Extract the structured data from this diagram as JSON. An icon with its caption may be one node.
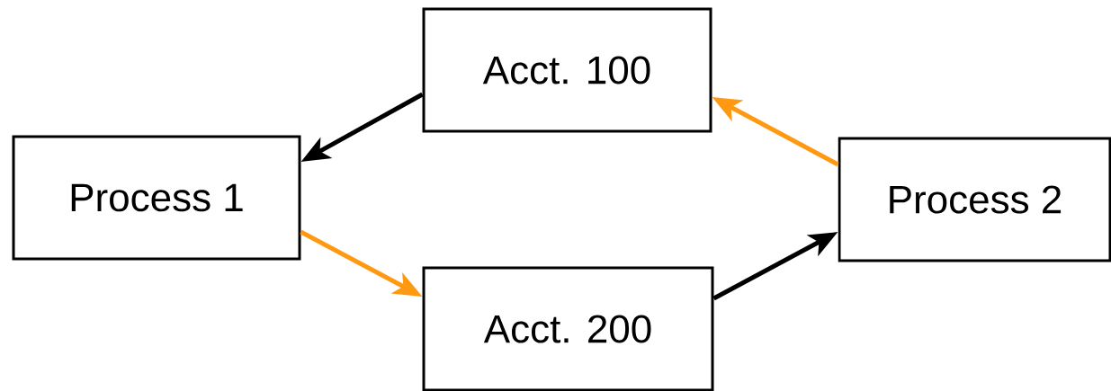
{
  "diagram": {
    "nodes": [
      {
        "text": [
          "Acct. 100"
        ]
      },
      {
        "text": [
          "Process 1"
        ]
      },
      {
        "text": [
          "Process 2"
        ]
      },
      {
        "text": [
          "Acct. 200"
        ]
      }
    ],
    "edges": [
      {
        "from": 0,
        "to": 1,
        "arrow": "to"
      },
      {
        "from": 1,
        "to": 3,
        "arrow": "to",
        "color": "#ff9912"
      },
      {
        "from": 3,
        "to": 2,
        "arrow": "to"
      },
      {
        "from": 2,
        "to": 0,
        "arrow": "to",
        "color": "#ff9912"
      }
    ]
  }
}
